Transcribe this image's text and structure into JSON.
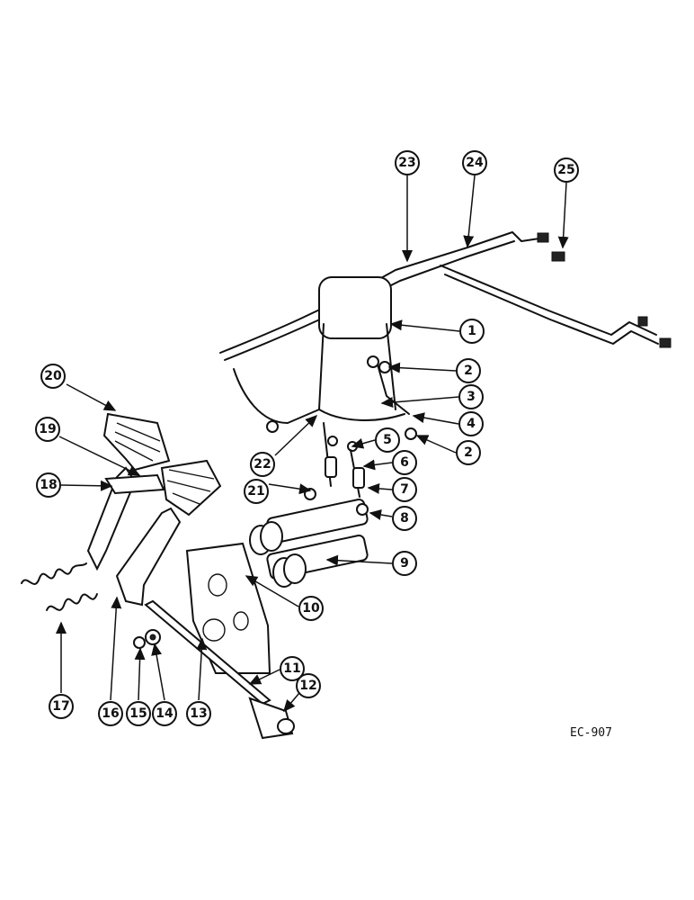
{
  "drawing_ref": "EC-907",
  "callouts": [
    "1",
    "2",
    "3",
    "4",
    "5",
    "2",
    "6",
    "7",
    "8",
    "9",
    "10",
    "11",
    "12",
    "13",
    "14",
    "15",
    "16",
    "17",
    "18",
    "19",
    "20",
    "21",
    "22",
    "23",
    "24",
    "25"
  ]
}
